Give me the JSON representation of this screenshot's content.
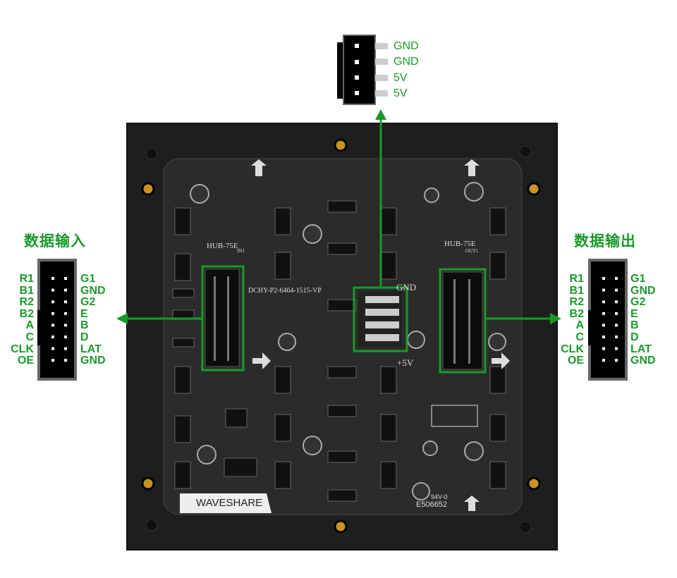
{
  "power_connector": {
    "pins": [
      "GND",
      "GND",
      "5V",
      "5V"
    ]
  },
  "input": {
    "title": "数据输入",
    "left_pins": [
      "R1",
      "B1",
      "R2",
      "B2",
      "A",
      "C",
      "CLK",
      "OE"
    ],
    "right_pins": [
      "G1",
      "GND",
      "G2",
      "E",
      "B",
      "D",
      "LAT",
      "GND"
    ]
  },
  "output": {
    "title": "数据输出",
    "left_pins": [
      "R1",
      "B1",
      "R2",
      "B2",
      "A",
      "C",
      "CLK",
      "OE"
    ],
    "right_pins": [
      "G1",
      "GND",
      "G2",
      "E",
      "B",
      "D",
      "LAT",
      "GND"
    ]
  },
  "board": {
    "in_header": "HUB-75E",
    "in_label": "IN1",
    "out_header": "HUB-75E",
    "out_label": "OUT1",
    "model": "DCHY-P2-6464-1515-VP",
    "gnd": "GND",
    "plus5v": "+5V",
    "brand": "WAVESHARE",
    "rating": "94V-0",
    "code": "E506652"
  },
  "colors": {
    "accent": "#1a9a2a",
    "board": "#1c1c1c",
    "pcb": "#2a2a2a"
  }
}
